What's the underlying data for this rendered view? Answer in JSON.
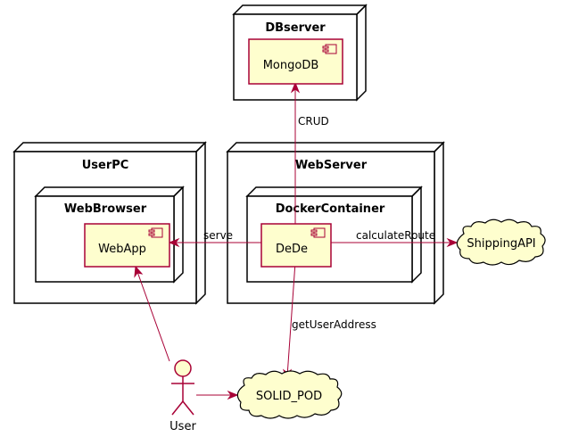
{
  "nodes": {
    "dbserver": {
      "title": "DBserver"
    },
    "userpc": {
      "title": "UserPC"
    },
    "webbrowser": {
      "title": "WebBrowser"
    },
    "webserver": {
      "title": "WebServer"
    },
    "dockercontainer": {
      "title": "DockerContainer"
    }
  },
  "components": {
    "mongodb": "MongoDB",
    "webapp": "WebApp",
    "dede": "DeDe"
  },
  "clouds": {
    "shippingapi": "ShippingAPI",
    "solid_pod": "SOLID_POD"
  },
  "actor": {
    "label": "User"
  },
  "edges": {
    "crud": "CRUD",
    "serve": "serve",
    "calculate_route": "calculateRoute",
    "get_user_address": "getUserAddress"
  },
  "colors": {
    "component_fill": "#FEFECE",
    "component_border": "#A80036",
    "arrow": "#A80036"
  }
}
